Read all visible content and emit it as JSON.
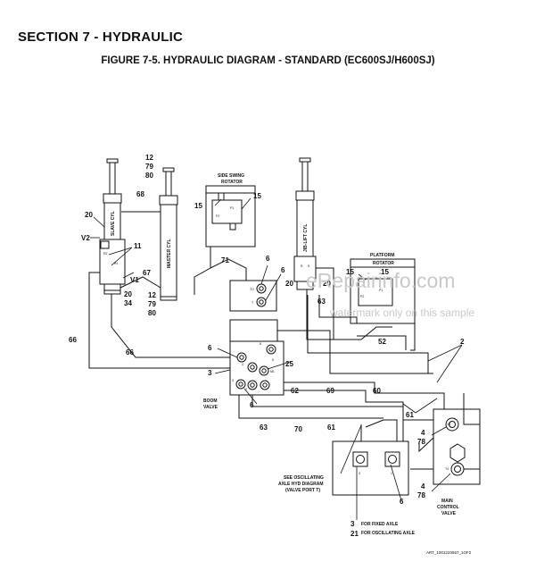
{
  "section_title": "SECTION 7 - HYDRAULIC",
  "figure_title": "FIGURE 7-5. HYDRAULIC DIAGRAM - STANDARD (EC600SJ/H600SJ)",
  "components": {
    "slave_cyl": "SLAVE CYL",
    "master_cyl": "MASTER CYL",
    "jib_lift_cyl": "JIB-LIFT CYL",
    "side_swing_l1": "SIDE SWING",
    "side_swing_l2": "ROTATOR",
    "platform_l1": "PLATFORM",
    "platform_l2": "ROTATOR",
    "boom_l1": "BOOM",
    "boom_l2": "VALVE",
    "main_l1": "MAIN",
    "main_l2": "CONTROL",
    "main_l3": "VALVE"
  },
  "ports": {
    "r2": "R2",
    "r1": "R1",
    "v1": "V1",
    "v2": "V2",
    "f1": "P1",
    "f2": "F2",
    "jr": "R",
    "js": "S",
    "pp1": "P1",
    "pp2": "P2",
    "sst": "TO",
    "ssb": "T",
    "b6": "6",
    "b5": "5",
    "b4": "4",
    "b3": "3",
    "bm": "M1",
    "b2": "2",
    "m15": "15",
    "mt": "T4",
    "a3": "3",
    "a1": "1"
  },
  "callouts": {
    "c12a": "12",
    "c79a": "79",
    "c80a": "80",
    "c68": "68",
    "c20a": "20",
    "cv2": "V2",
    "c11": "11",
    "c67": "67",
    "c20b": "20",
    "c34": "34",
    "c12b": "12",
    "c79b": "79",
    "c80b": "80",
    "c15a": "15",
    "c15b": "15",
    "c71": "71",
    "c6a": "6",
    "c6b": "6",
    "c20c": "20",
    "c20d": "20",
    "c15c": "15",
    "c15d": "15",
    "c63a": "63",
    "c66a": "66",
    "c66b": "66",
    "c52": "52",
    "c2": "2",
    "c6c": "6",
    "c3a": "3",
    "c25": "25",
    "c6d": "6",
    "c62": "62",
    "c69": "69",
    "c60": "60",
    "c61a": "61",
    "c63b": "63",
    "c70": "70",
    "c61b": "61",
    "c4a": "4",
    "c78a": "78",
    "c4b": "4",
    "c78b": "78",
    "c6e": "6",
    "c3b": "3",
    "c21": "21"
  },
  "notes": {
    "osc1": "SEE OSCILLATING",
    "osc2": "AXLE HYD DIAGRAM",
    "osc3": "(VALVE PORT T)",
    "fixed": "FOR FIXED AXLE",
    "osc_axle": "FOR OSCILLATING AXLE"
  },
  "watermark": {
    "line1": "eRepairinfo.com",
    "line2": "watermark only on this sample"
  },
  "art_number": "ART_1001220557_1OF2"
}
